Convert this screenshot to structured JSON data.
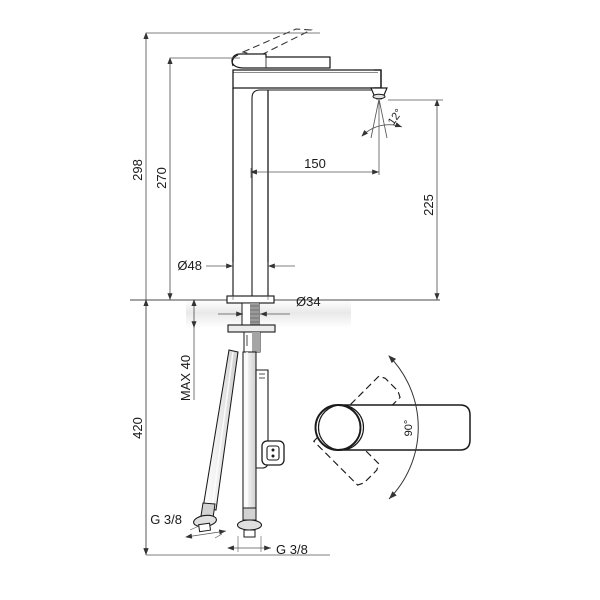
{
  "drawing": {
    "type": "technical-dimension-drawing",
    "subject": "tall single-lever basin mixer tap",
    "units": "mm",
    "line_color": "#1a1a1a",
    "dim_color": "#555555",
    "background": "#ffffff"
  },
  "dimensions": {
    "total_height": "298",
    "body_height": "270",
    "spout_height": "225",
    "spout_reach": "150",
    "base_diameter": "Ø48",
    "shank_diameter": "Ø34",
    "counter_thickness": "MAX 40",
    "below_counter": "420",
    "spray_angle": "12°",
    "swivel_angle": "90°",
    "inlet_thread_left": "G 3/8",
    "inlet_thread_right": "G 3/8"
  },
  "views": {
    "front": "front elevation",
    "top": "top view handle swivel range"
  }
}
